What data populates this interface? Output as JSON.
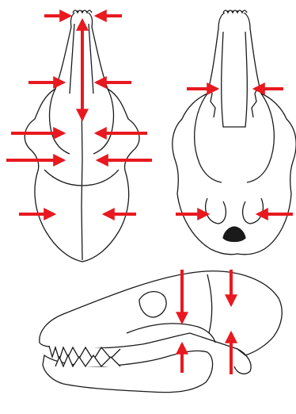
{
  "figure": {
    "views": [
      {
        "id": "dorsal-view",
        "label": ""
      },
      {
        "id": "ventral-view",
        "label": ""
      },
      {
        "id": "lateral-view",
        "label": ""
      }
    ],
    "arrow_color": "#e8191f",
    "ink_color": "#1a1a1a",
    "background": "#ffffff"
  }
}
